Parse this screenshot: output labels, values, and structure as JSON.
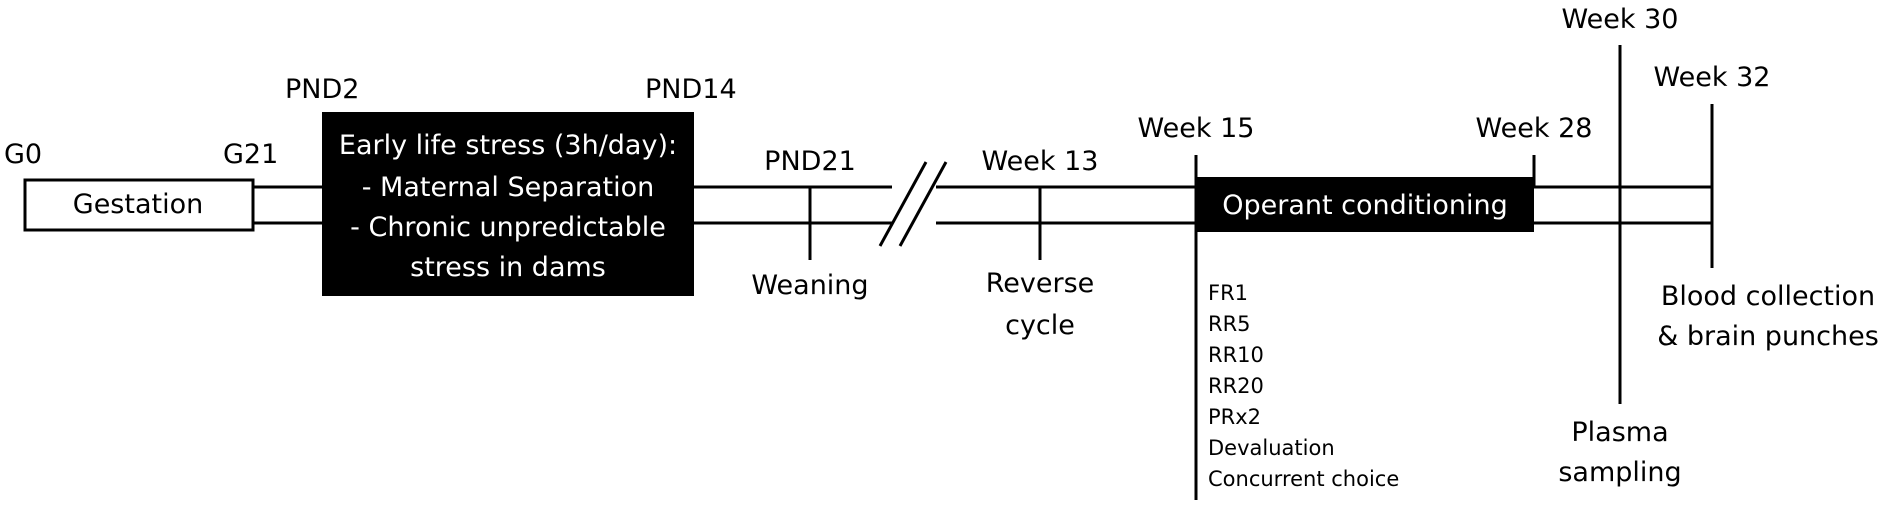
{
  "timepoints": {
    "g0": "G0",
    "g21": "G21",
    "pnd2": "PND2",
    "pnd14": "PND14",
    "pnd21": "PND21",
    "week13": "Week 13",
    "week15": "Week 15",
    "week28": "Week 28",
    "week30": "Week 30",
    "week32": "Week 32"
  },
  "boxes": {
    "gestation": "Gestation",
    "early_life_stress": {
      "line1": "Early life stress (3h/day):",
      "line2": "- Maternal Separation",
      "line3": "- Chronic unpredictable",
      "line4": "stress in dams"
    },
    "operant_conditioning": "Operant conditioning"
  },
  "events": {
    "weaning": "Weaning",
    "reverse_cycle": {
      "line1": "Reverse",
      "line2": "cycle"
    },
    "plasma_sampling": {
      "line1": "Plasma",
      "line2": "sampling"
    },
    "blood_collection": {
      "line1": "Blood collection",
      "line2": "& brain punches"
    }
  },
  "schedules": [
    "FR1",
    "RR5",
    "RR10",
    "RR20",
    "PRx2",
    "Devaluation",
    "Concurrent choice"
  ],
  "colors": {
    "line": "#000000",
    "box_dark": "#000000",
    "box_light": "#ffffff",
    "text_on_dark": "#ffffff"
  }
}
